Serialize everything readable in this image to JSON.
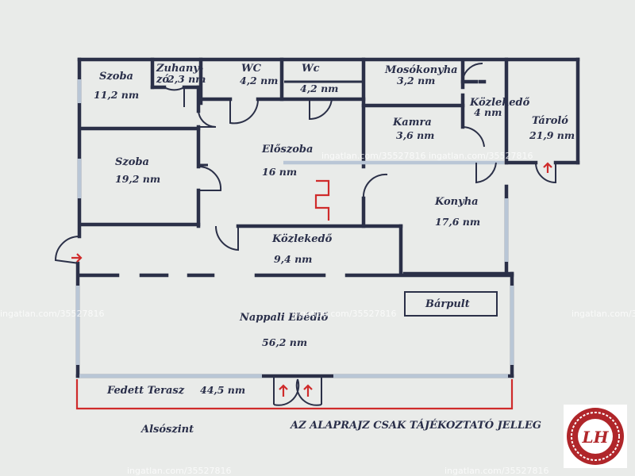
{
  "rooms": {
    "szoba1": {
      "name": "Szoba",
      "area": "11,2 nm"
    },
    "zuhanyzo": {
      "name_line1": "Zuhany-",
      "name_line2": "zó",
      "area": "2,3 nm"
    },
    "wc1": {
      "name": "WC",
      "area": "4,2 nm"
    },
    "wc2": {
      "name": "Wc",
      "area": "4,2 nm"
    },
    "mosokonyha": {
      "name": "Mosókonyha",
      "area": "3,2 nm"
    },
    "kozlekedo_small": {
      "name": "Közlekedő",
      "area": "4 nm"
    },
    "tarolo": {
      "name": "Tároló",
      "area": "21,9 nm"
    },
    "kamra": {
      "name": "Kamra",
      "area": "3,6 nm"
    },
    "eloszoba": {
      "name": "Előszoba",
      "area": "16 nm"
    },
    "szoba2": {
      "name": "Szoba",
      "area": "19,2 nm"
    },
    "konyha": {
      "name": "Konyha",
      "area": "17,6 nm"
    },
    "kozlekedo_main": {
      "name": "Közlekedő",
      "area": "9,4 nm"
    },
    "barpult": {
      "name": "Bárpult"
    },
    "nappali": {
      "name": "Nappali Ebédlő",
      "area": "56,2 nm"
    },
    "terasz": {
      "name": "Fedett Terasz",
      "area": "44,5 nm"
    }
  },
  "level_label": "Alsószint",
  "disclaimer": "AZ ALAPRAJZ CSAK TÁJÉKOZTATÓ JELLEG",
  "watermark": "ingatlan.com/35527816",
  "logo": {
    "text": "LH"
  },
  "colors": {
    "background": "#e9ebe9",
    "wall": "#2b3048",
    "window": "#b9c6d6",
    "accent_red": "#cf2b2b",
    "logo_red": "#b0262a"
  }
}
